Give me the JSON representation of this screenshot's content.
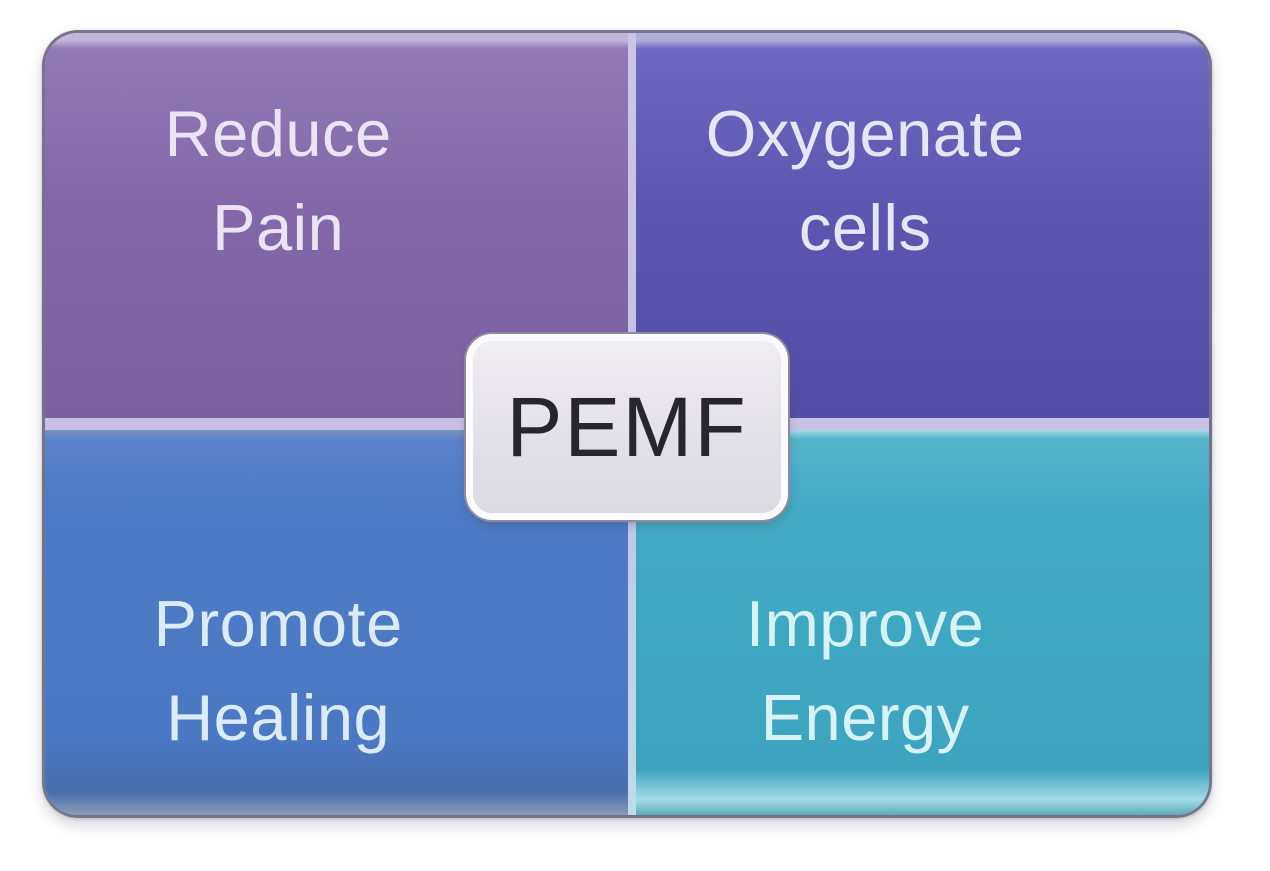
{
  "diagram": {
    "type": "quadrant",
    "center": {
      "label": "PEMF",
      "fill": "#e3e1e8",
      "border_color": "#fbfafd",
      "text_color": "#27262e"
    },
    "quadrants": [
      {
        "id": "reduce-pain",
        "position": "top-left",
        "line1": "Reduce",
        "line2": "Pain",
        "fill": "#8368a9",
        "text_color": "#eae4f6"
      },
      {
        "id": "oxygenate-cells",
        "position": "top-right",
        "line1": "Oxygenate",
        "line2": "cells",
        "fill": "#5d56b0",
        "text_color": "#e7e5f8"
      },
      {
        "id": "promote-healing",
        "position": "bottom-left",
        "line1": "Promote",
        "line2": "Healing",
        "fill": "#4c7ac4",
        "text_color": "#dcebfa"
      },
      {
        "id": "improve-energy",
        "position": "bottom-right",
        "line1": "Improve",
        "line2": "Energy",
        "fill": "#3fa8c3",
        "text_color": "#d7f3f8"
      }
    ],
    "divider_color": "#c7c1e6",
    "frame_border_color": "#544f61",
    "background": "#ffffff"
  }
}
